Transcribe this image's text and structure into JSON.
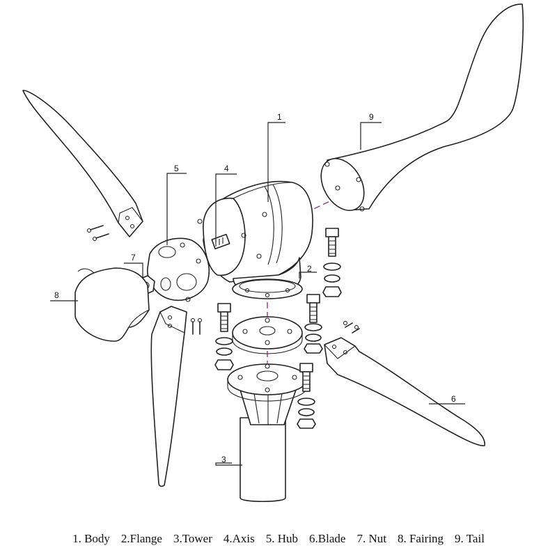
{
  "callouts": {
    "c1": "1",
    "c2": "2",
    "c3": "3",
    "c4": "4",
    "c5": "5",
    "c6": "6",
    "c7": "7",
    "c8": "8",
    "c9": "9"
  },
  "legend": [
    "1. Body",
    "2.Flange",
    "3.Tower",
    "4.Axis",
    "5. Hub",
    "6.Blade",
    "7. Nut",
    "8. Fairing",
    "9. Tail"
  ],
  "colors": {
    "axis_line": "#8a2d7a",
    "outline": "#222222"
  }
}
